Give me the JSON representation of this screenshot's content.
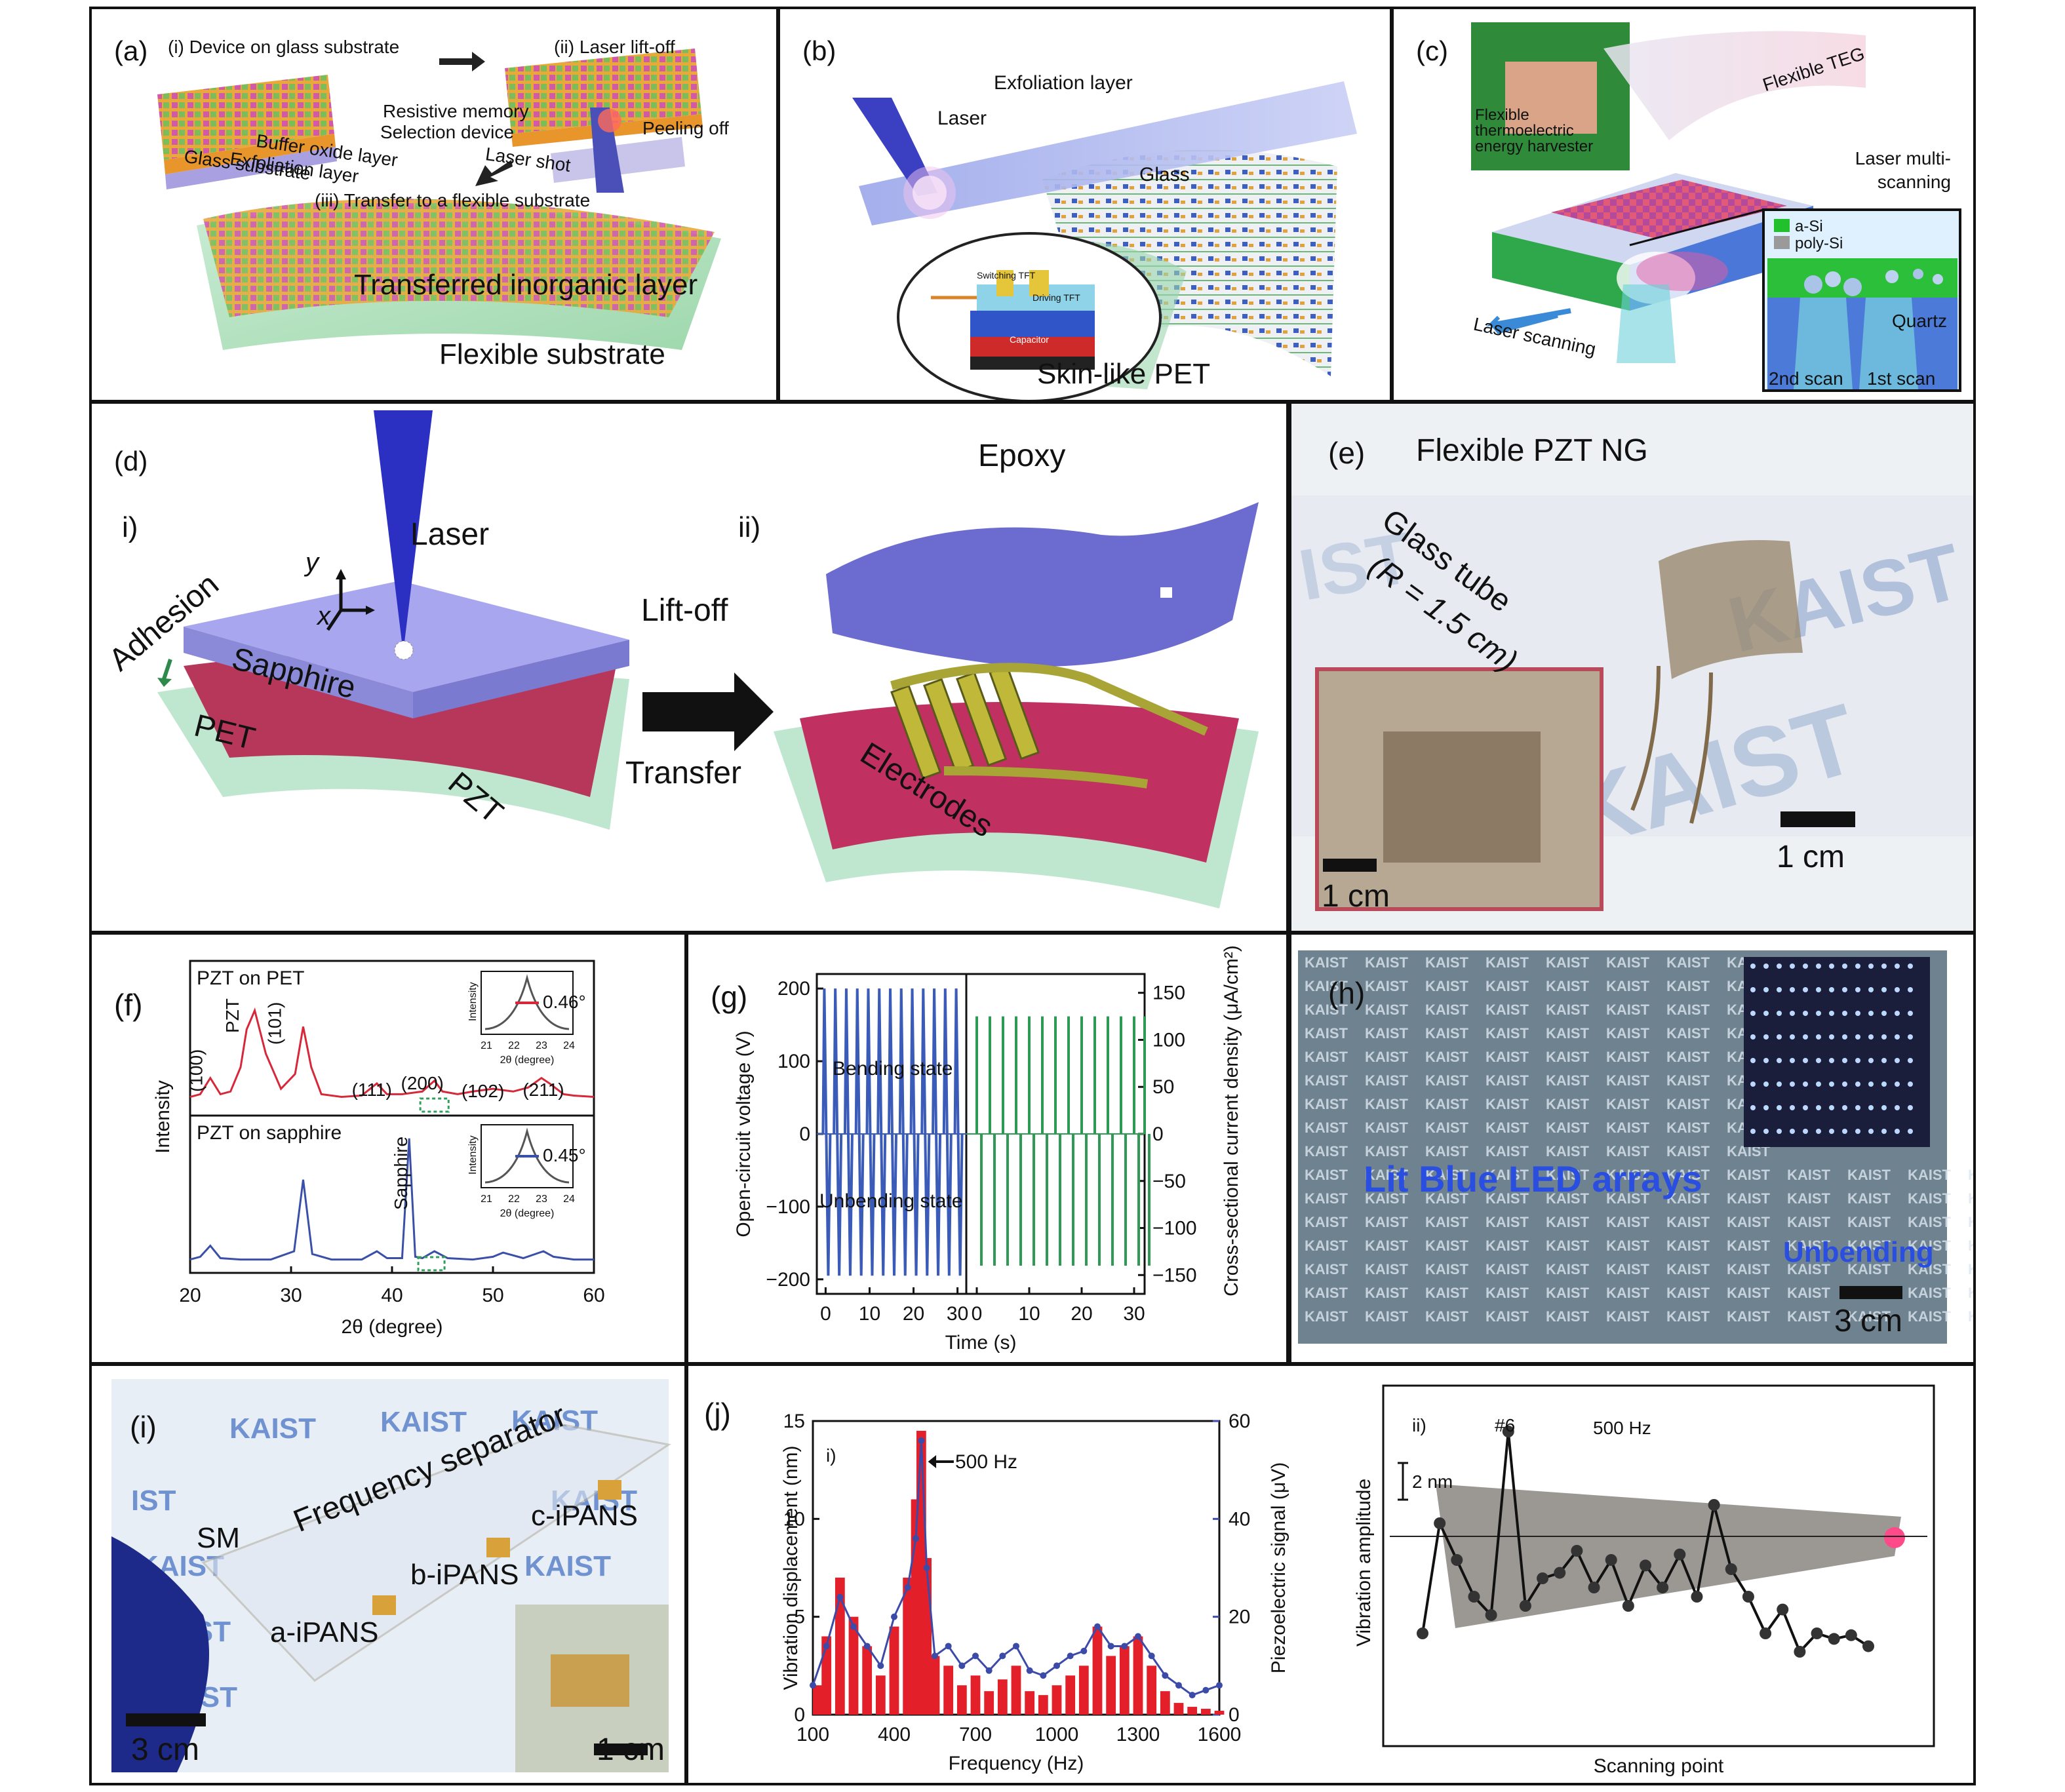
{
  "panel_a": {
    "label": "(a)",
    "step1": "(i) Device on glass substrate",
    "step2": "(ii) Laser lift-off",
    "step3": "(iii) Transfer to a flexible substrate",
    "resistive_memory": "Resistive memory",
    "selection_device": "Selection device",
    "buffer_oxide": "Buffer oxide layer",
    "exfoliation": "Exfoliation layer",
    "glass_substrate": "Glass substrate",
    "laser_shot": "Laser shot",
    "peeling_off": "Peeling off",
    "transferred": "Transferred inorganic layer",
    "flexible_substrate": "Flexible substrate"
  },
  "panel_b": {
    "label": "(b)",
    "exfoliation": "Exfoliation layer",
    "laser": "Laser",
    "glass": "Glass",
    "skin": "Skin-like PET",
    "switching": "Switching TFT",
    "driving": "Driving TFT",
    "capacitor": "Capacitor"
  },
  "panel_c": {
    "label": "(c)",
    "photo_caption": "Flexible thermoelectric energy harvester",
    "flexible_teg": "Flexible TEG",
    "multiscan": "Laser multi- scanning",
    "legend_asi": "a-Si",
    "legend_polysi": "poly-Si",
    "quartz": "Quartz",
    "scan2": "2nd scan",
    "scan1": "1st scan",
    "laser_scanning": "Laser scanning",
    "asi_color": "#22c02c",
    "polysi_color": "#9a9a9a"
  },
  "panel_d": {
    "label": "(d)",
    "i": "i)",
    "ii": "ii)",
    "laser": "Laser",
    "y": "y",
    "x": "x",
    "adhesion": "Adhesion",
    "sapphire": "Sapphire",
    "pet": "PET",
    "pzt": "PZT",
    "liftoff": "Lift-off",
    "transfer": "Transfer",
    "epoxy": "Epoxy",
    "electrodes": "Electrodes"
  },
  "panel_e": {
    "label": "(e)",
    "title": "Flexible PZT NG",
    "glass_tube_1": "Glass tube",
    "glass_tube_2": "(R = 1.5 cm)",
    "scale_main": "1 cm",
    "scale_inset": "1 cm",
    "kaist": "KAIST"
  },
  "panel_f": {
    "label": "(f)",
    "top_title": "PZT on PET",
    "bottom_title": "PZT on sapphire",
    "ylabel": "Intensity",
    "xlabel": "2θ (degree)",
    "peaks": [
      "(100)",
      "PZT",
      "(101)",
      "(111)",
      "(200)",
      "(102)",
      "(211)"
    ],
    "sapphire": "Sapphire",
    "inset_top_value": "0.46°",
    "inset_bottom_value": "0.45°",
    "inset_ylabel": "Intensity",
    "inset_xlabel": "2θ (degree)",
    "inset_ticks": [
      "21",
      "22",
      "23",
      "24"
    ],
    "xticks": [
      "20",
      "30",
      "40",
      "50",
      "60"
    ],
    "top_color": "#d62839",
    "bottom_color": "#3a4fa8"
  },
  "panel_g": {
    "label": "(g)",
    "ylabel_left": "Open-circuit voltage (V)",
    "ylabel_right": "Cross-sectional current density (μA/cm²)",
    "xlabel": "Time (s)",
    "bending": "Bending state",
    "unbending": "Unbending state",
    "left_ticks": [
      "200",
      "100",
      "0",
      "−100",
      "−200"
    ],
    "right_ticks": [
      "150",
      "100",
      "50",
      "0",
      "−50",
      "−100",
      "−150"
    ],
    "x_ticks_left": [
      "0",
      "10",
      "20",
      "30"
    ],
    "x_ticks_right": [
      "0",
      "10",
      "20",
      "30"
    ],
    "voltage_color": "#3a5bb8",
    "current_color": "#2e9a54"
  },
  "panel_h": {
    "label": "(h)",
    "lit_text": "Lit Blue LED arrays",
    "unbending": "Unbending",
    "scale": "3 cm",
    "kaist": "KAIST"
  },
  "panel_i": {
    "label": "(i)",
    "freq_sep": "Frequency separator",
    "sm": "SM",
    "a": "a-iPANS",
    "b": "b-iPANS",
    "c": "c-iPANS",
    "scale_main": "3 cm",
    "scale_inset": "1 cm",
    "kaist": "KAIST"
  },
  "panel_j": {
    "label": "(j)",
    "i": "i)",
    "ii": "ii)",
    "peak": "500 Hz",
    "ylabel_left": "Vibration displacement (nm)",
    "ylabel_right": "Piezoelectric signal (μV)",
    "xlabel": "Frequency (Hz)",
    "left_ticks": [
      "15",
      "10",
      "5",
      "0"
    ],
    "right_ticks": [
      "60",
      "40",
      "20",
      "0"
    ],
    "x_ticks": [
      "100",
      "400",
      "700",
      "1000",
      "1300",
      "1600"
    ],
    "ii_marker": "#6",
    "ii_freq": "500 Hz",
    "ii_scalebar": "2 nm",
    "ii_ylabel": "Vibration amplitude",
    "ii_xlabel": "Scanning point",
    "red_color": "#e3202a",
    "blue_color": "#3c4aa8"
  },
  "chart_data": [
    {
      "panel": "(f)",
      "type": "line",
      "xlabel": "2θ (degree)",
      "ylabel": "Intensity",
      "xlim": [
        20,
        60
      ],
      "series": [
        {
          "name": "PZT on PET",
          "x": [
            20,
            21,
            22,
            23,
            24,
            25,
            25.6,
            26.4,
            27.5,
            29,
            30.4,
            31.2,
            32,
            33,
            35,
            37,
            38.5,
            39.5,
            41,
            43,
            44.2,
            45,
            46.5,
            48,
            50,
            52,
            53.5,
            54.8,
            55.6,
            57,
            58,
            60
          ],
          "y": [
            0.08,
            0.1,
            0.22,
            0.1,
            0.12,
            0.3,
            0.58,
            0.72,
            0.4,
            0.14,
            0.25,
            0.6,
            0.3,
            0.1,
            0.08,
            0.09,
            0.18,
            0.1,
            0.1,
            0.12,
            0.2,
            0.12,
            0.1,
            0.12,
            0.14,
            0.12,
            0.15,
            0.22,
            0.18,
            0.1,
            0.09,
            0.08
          ]
        },
        {
          "name": "PZT on sapphire",
          "x": [
            20,
            21,
            22,
            23,
            25,
            28,
            30.3,
            31.2,
            32.1,
            34,
            37,
            38.5,
            39.5,
            41,
            41.7,
            42.3,
            43,
            44.2,
            45.5,
            48,
            50,
            51,
            53,
            55,
            56,
            58,
            60
          ],
          "y": [
            0.04,
            0.06,
            0.14,
            0.05,
            0.04,
            0.04,
            0.1,
            0.62,
            0.08,
            0.04,
            0.04,
            0.1,
            0.05,
            0.05,
            0.92,
            0.06,
            0.05,
            0.1,
            0.05,
            0.04,
            0.06,
            0.09,
            0.05,
            0.1,
            0.06,
            0.04,
            0.04
          ]
        }
      ]
    },
    {
      "panel": "(g)",
      "type": "line",
      "xlabel": "Time (s)",
      "ylabel": "Open-circuit voltage (V)",
      "y2label": "Cross-sectional current density (μA/cm²)",
      "ylim": [
        -220,
        220
      ],
      "y2lim": [
        -170,
        170
      ],
      "xlim": [
        -2,
        32
      ],
      "series": [
        {
          "name": "Open-circuit voltage",
          "pulse_times": [
            0,
            2.5,
            5,
            7.5,
            10,
            12.5,
            15,
            17.5,
            20,
            22.5,
            25,
            27.5,
            30,
            32
          ],
          "peak": 200,
          "trough": -195
        },
        {
          "name": "Current density",
          "pulse_times": [
            0,
            2.5,
            5,
            7.5,
            10,
            12.5,
            15,
            17.5,
            20,
            22.5,
            25,
            27.5,
            30,
            32
          ],
          "peak": 125,
          "trough": -140
        }
      ]
    },
    {
      "panel": "(j)-i",
      "type": "bar",
      "xlabel": "Frequency (Hz)",
      "ylabel": "Vibration displacement (nm)",
      "y2label": "Piezoelectric signal (μV)",
      "xlim": [
        100,
        1600
      ],
      "ylim": [
        0,
        15
      ],
      "y2lim": [
        0,
        60
      ],
      "x": [
        100,
        150,
        200,
        250,
        300,
        350,
        400,
        450,
        480,
        500,
        520,
        550,
        600,
        650,
        700,
        750,
        800,
        850,
        900,
        950,
        1000,
        1050,
        1100,
        1150,
        1200,
        1250,
        1300,
        1350,
        1400,
        1450,
        1500,
        1550,
        1600
      ],
      "series": [
        {
          "name": "Vibration displacement",
          "values": [
            1.5,
            4,
            7,
            5,
            3.5,
            2,
            4.5,
            7,
            11,
            14.5,
            8,
            3,
            2.5,
            1.5,
            2,
            1.2,
            1.8,
            2.5,
            1.2,
            1,
            1.5,
            2,
            2.5,
            4.5,
            3,
            3.5,
            4,
            2.5,
            1.2,
            0.6,
            0.4,
            0.3,
            0.2
          ]
        },
        {
          "name": "Piezoelectric signal",
          "values": [
            6,
            14,
            24,
            18,
            14,
            10,
            20,
            26,
            36,
            56,
            30,
            12,
            14,
            10,
            12,
            9,
            12,
            14,
            9,
            8,
            10,
            12,
            13,
            18,
            14,
            14,
            16,
            12,
            8,
            6,
            4,
            5,
            6
          ]
        }
      ]
    },
    {
      "panel": "(j)-ii",
      "type": "line",
      "xlabel": "Scanning point",
      "ylabel": "Vibration amplitude",
      "x": [
        1,
        2,
        3,
        4,
        5,
        6,
        7,
        8,
        9,
        10,
        11,
        12,
        13,
        14,
        15,
        16,
        17,
        18,
        19,
        20,
        21,
        22,
        23,
        24,
        25,
        26,
        27
      ],
      "values": [
        1.5,
        7.5,
        5.5,
        3.5,
        2.5,
        12.5,
        3.0,
        4.5,
        4.8,
        6.0,
        4.0,
        5.5,
        3.0,
        5.2,
        4.0,
        5.8,
        3.5,
        8.5,
        5.0,
        3.5,
        1.5,
        2.8,
        0.5,
        1.5,
        1.2,
        1.4,
        0.8
      ]
    }
  ]
}
